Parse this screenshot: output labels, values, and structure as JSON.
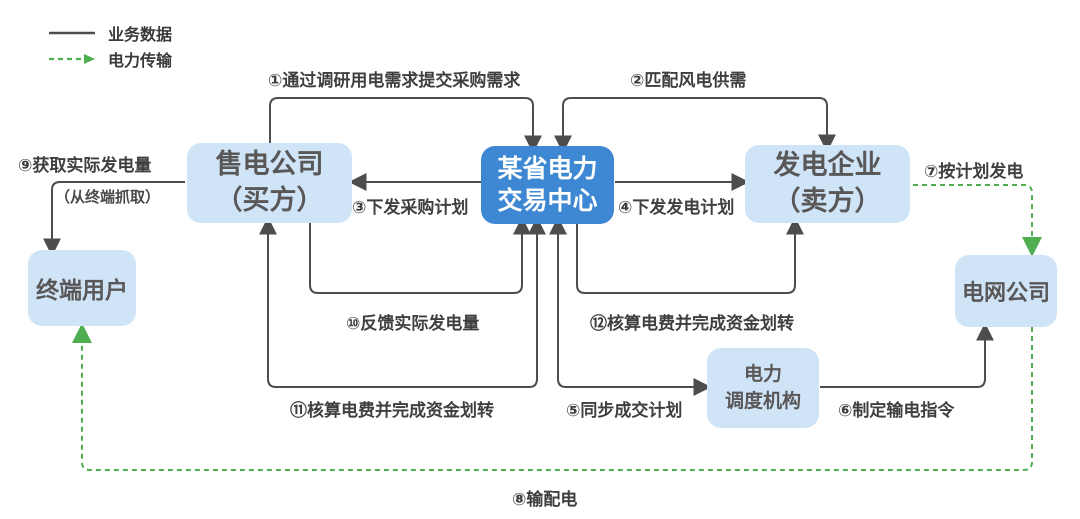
{
  "legend": {
    "business_data": "业务数据",
    "power_transmission": "电力传输"
  },
  "nodes": {
    "seller": {
      "line1": "售电公司",
      "line2": "（买方）"
    },
    "center": {
      "line1": "某省电力",
      "line2": "交易中心"
    },
    "generator": {
      "line1": "发电企业",
      "line2": "（卖方）"
    },
    "end_user": {
      "label": "终端用户"
    },
    "grid": {
      "label": "电网公司"
    },
    "dispatch": {
      "line1": "电力",
      "line2": "调度机构"
    }
  },
  "edges": {
    "e1": {
      "label": "①通过调研用电需求提交采购需求"
    },
    "e2": {
      "label": "②匹配风电供需"
    },
    "e3": {
      "label": "③下发采购计划"
    },
    "e4": {
      "label": "④下发发电计划"
    },
    "e5": {
      "label": "⑤同步成交计划"
    },
    "e6": {
      "label": "⑥制定输电指令"
    },
    "e7": {
      "label": "⑦按计划发电"
    },
    "e8": {
      "label": "⑧输配电"
    },
    "e9": {
      "label": "⑨获取实际发电量",
      "note": "（从终端抓取）"
    },
    "e10": {
      "label": "⑩反馈实际发电量"
    },
    "e11": {
      "label": "⑪核算电费并完成资金划转"
    },
    "e12": {
      "label": "⑫核算电费并完成资金划转"
    }
  },
  "colors": {
    "center_node_blue": "#3e87d2",
    "node_light_blue": "#cfe4f6",
    "node_text_gray": "#595757",
    "line_gray": "#4d4d4d",
    "power_green": "#4fae4f"
  }
}
